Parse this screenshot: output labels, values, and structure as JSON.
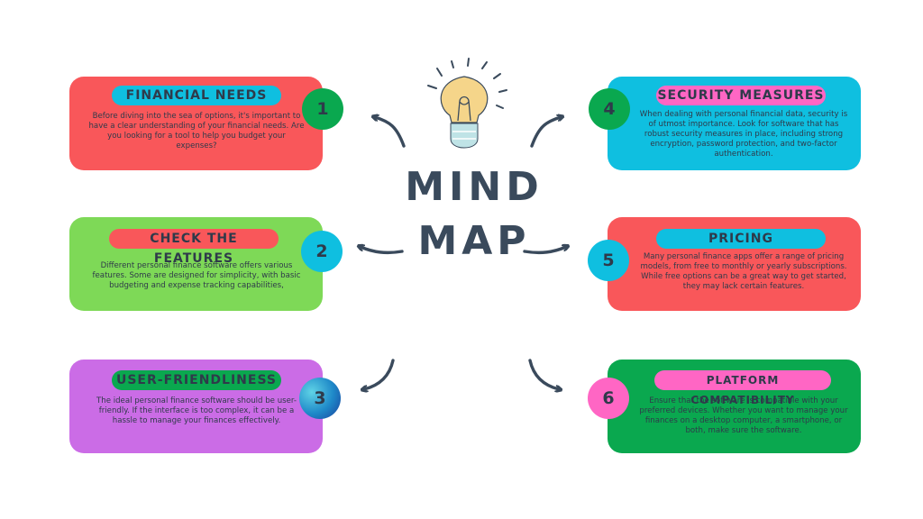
{
  "title": {
    "line1": "MIND",
    "line2": "MAP"
  },
  "nodes": [
    {
      "number": "1",
      "label": "FINANCIAL NEEDS",
      "text": "Before diving into the sea of options, it's important to have a clear understanding of your financial needs. Are you looking for a tool to help you budget your expenses?",
      "card_color": "#f9575a",
      "pill_color": "#0fbfe0",
      "circle_color": "#0aa84f"
    },
    {
      "number": "2",
      "label": "CHECK THE FEATURES",
      "text": "Different personal finance software offers various features. Some are designed for simplicity, with basic budgeting and expense tracking capabilities,",
      "card_color": "#7ed957",
      "pill_color": "#f9575a",
      "circle_color": "#0fbfe0"
    },
    {
      "number": "3",
      "label": "USER-FRIENDLINESS",
      "text": "The ideal personal finance software should be user-friendly. If the interface is too complex, it can be a hassle to manage your finances effectively.",
      "card_color": "#cb6ce6",
      "pill_color": "#0aa84f",
      "circle_color": "#1e88c8"
    },
    {
      "number": "4",
      "label": "SECURITY MEASURES",
      "text": "When dealing with personal financial data, security is of utmost importance. Look for software that has robust security measures in place, including strong encryption, password protection, and two-factor authentication.",
      "card_color": "#0fbfe0",
      "pill_color": "#ff66c4",
      "circle_color": "#0aa84f"
    },
    {
      "number": "5",
      "label": "PRICING",
      "text": "Many personal finance apps offer a range of pricing models, from free to monthly or yearly subscriptions. While free options can be a great way to get started, they may lack certain features.",
      "card_color": "#f9575a",
      "pill_color": "#0fbfe0",
      "circle_color": "#0fbfe0"
    },
    {
      "number": "6",
      "label": "PLATFORM COMPATIBILITY",
      "text": "Ensure that the software is compatible with your preferred devices. Whether you want to manage your finances on a desktop computer, a smartphone, or both, make sure the software.",
      "card_color": "#0aa84f",
      "pill_color": "#ff66c4",
      "circle_color": "#ff66c4"
    }
  ],
  "icons": {
    "center": "lightbulb-icon",
    "connectors": "curved-arrow-icon"
  },
  "colors": {
    "text": "#2f3a4a",
    "arrow": "#3a4a5c",
    "bulb": "#f5d58a",
    "bulb_base": "#bfe3e6"
  }
}
